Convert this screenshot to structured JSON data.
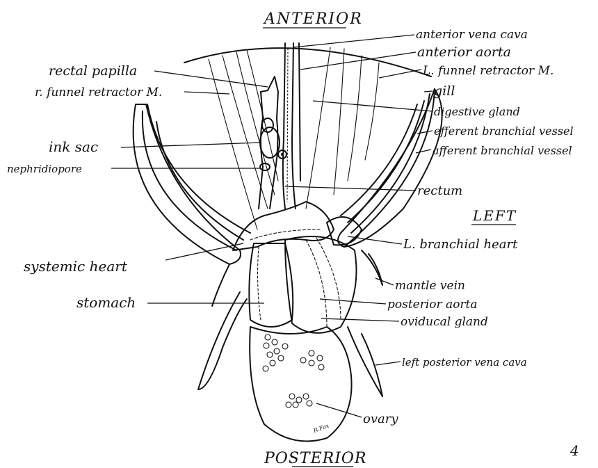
{
  "orientation": {
    "anterior": "ANTERIOR",
    "posterior": "POSTERIOR",
    "left": "LEFT"
  },
  "labels": {
    "anterior_vena_cava": "anterior vena cava",
    "anterior_aorta": "anterior aorta",
    "l_funnel_retractor": "L. funnel retractor M.",
    "gill": "gill",
    "digestive_gland": "digestive gland",
    "efferent_branchial_vessel": "efferent branchial vessel",
    "afferent_branchial_vessel": "afferent branchial vessel",
    "rectum": "rectum",
    "l_branchial_heart": "L. branchial heart",
    "mantle_vein": "mantle vein",
    "posterior_aorta": "posterior aorta",
    "oviducal_gland": "oviducal gland",
    "left_posterior_vena_cava": "left posterior vena cava",
    "ovary": "ovary",
    "rectal_papilla": "rectal papilla",
    "r_funnel_retractor": "r. funnel retractor M.",
    "ink_sac": "ink sac",
    "nephridiopore": "nephridiopore",
    "systemic_heart": "systemic heart",
    "stomach": "stomach"
  },
  "signature": "R.Fox",
  "corner_mark": "4"
}
